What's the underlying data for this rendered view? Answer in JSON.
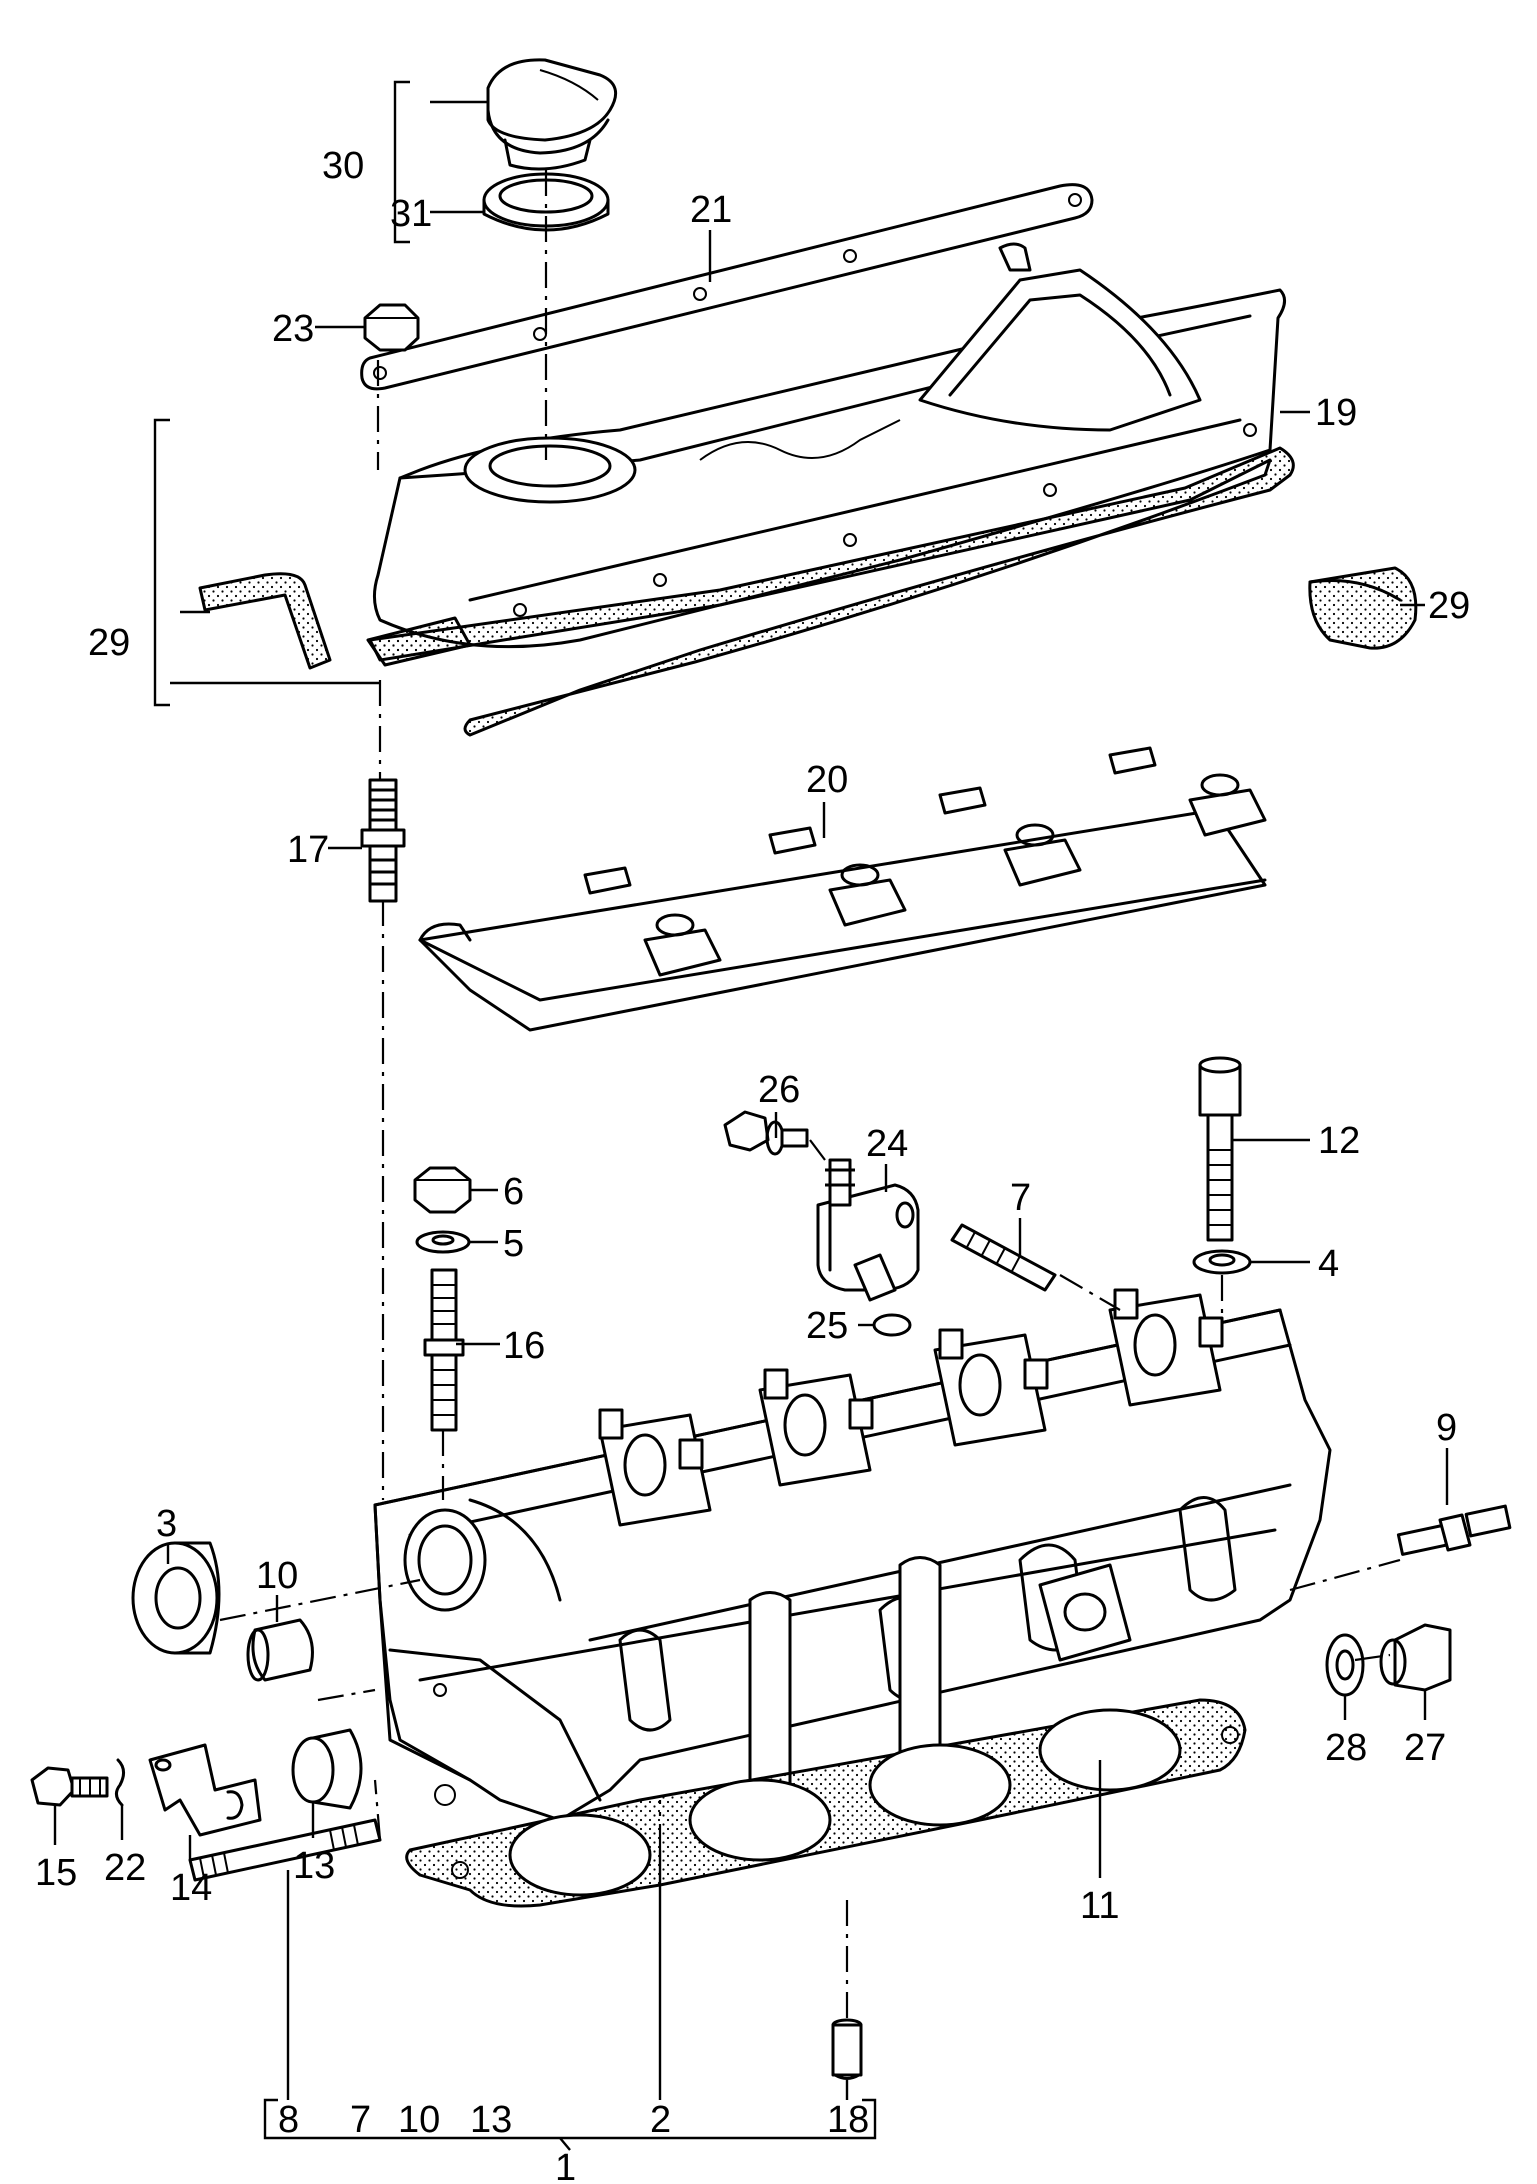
{
  "diagram": {
    "callouts": [
      {
        "id": "c30",
        "text": "30"
      },
      {
        "id": "c31",
        "text": "31"
      },
      {
        "id": "c21",
        "text": "21"
      },
      {
        "id": "c23",
        "text": "23"
      },
      {
        "id": "c19",
        "text": "19"
      },
      {
        "id": "c29a",
        "text": "29"
      },
      {
        "id": "c29b",
        "text": "29"
      },
      {
        "id": "c20",
        "text": "20"
      },
      {
        "id": "c17",
        "text": "17"
      },
      {
        "id": "c26",
        "text": "26"
      },
      {
        "id": "c24",
        "text": "24"
      },
      {
        "id": "c12",
        "text": "12"
      },
      {
        "id": "c7a",
        "text": "7"
      },
      {
        "id": "c6",
        "text": "6"
      },
      {
        "id": "c5",
        "text": "5"
      },
      {
        "id": "c4",
        "text": "4"
      },
      {
        "id": "c16",
        "text": "16"
      },
      {
        "id": "c25",
        "text": "25"
      },
      {
        "id": "c9",
        "text": "9"
      },
      {
        "id": "c3",
        "text": "3"
      },
      {
        "id": "c10a",
        "text": "10"
      },
      {
        "id": "c28",
        "text": "28"
      },
      {
        "id": "c27",
        "text": "27"
      },
      {
        "id": "c15",
        "text": "15"
      },
      {
        "id": "c22",
        "text": "22"
      },
      {
        "id": "c14",
        "text": "14"
      },
      {
        "id": "c13a",
        "text": "13"
      },
      {
        "id": "c11",
        "text": "11"
      },
      {
        "id": "c8",
        "text": "8"
      },
      {
        "id": "c7b",
        "text": "7"
      },
      {
        "id": "c10b",
        "text": "10"
      },
      {
        "id": "c13b",
        "text": "13"
      },
      {
        "id": "c2",
        "text": "2"
      },
      {
        "id": "c18",
        "text": "18"
      },
      {
        "id": "c1",
        "text": "1"
      }
    ]
  }
}
